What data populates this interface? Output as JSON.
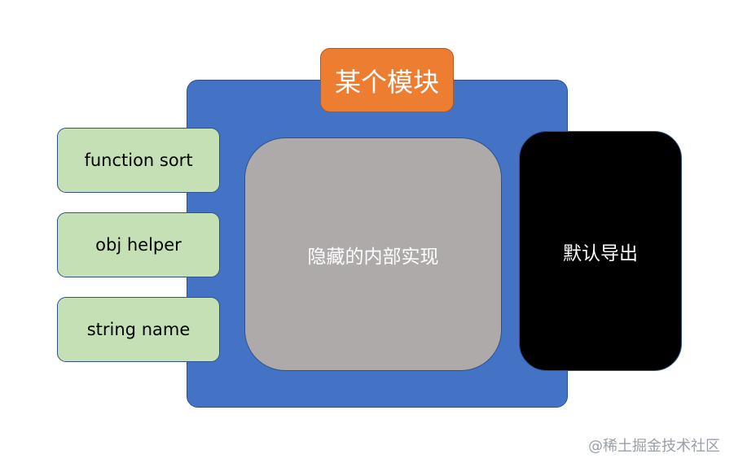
{
  "module": {
    "title": "某个模块",
    "hidden_implementation": "隐藏的内部实现",
    "default_export": "默认导出"
  },
  "named_exports": [
    {
      "label": "function sort"
    },
    {
      "label": "obj helper"
    },
    {
      "label": "string name"
    }
  ],
  "watermark": "@稀土掘金技术社区",
  "colors": {
    "module_bg": "#4472c4",
    "title_bg": "#ed7d31",
    "hidden_bg": "#aeaaaa",
    "default_export_bg": "#000000",
    "named_export_bg": "#c5e0b4"
  }
}
